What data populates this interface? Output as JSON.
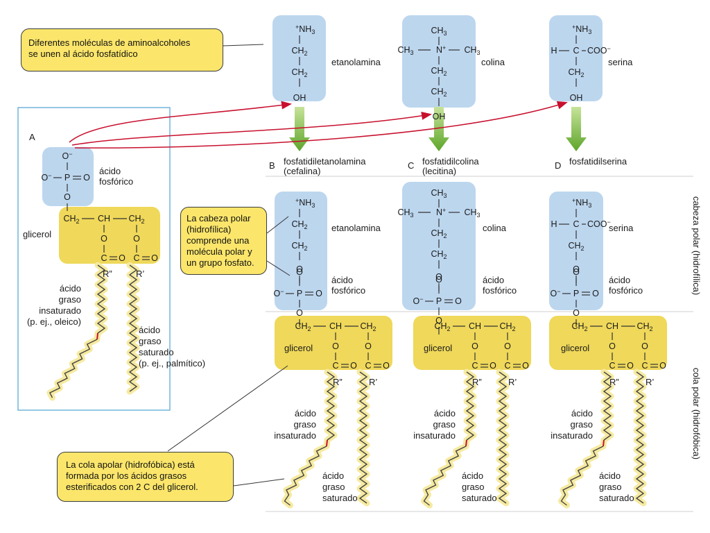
{
  "callouts": {
    "aminoalcohols": [
      "Diferentes moléculas de aminoalcoholes",
      "se unen al ácido fosfatídico"
    ],
    "polar_head": [
      "La cabeza polar",
      "(hidrofílica)",
      "comprende una",
      "molécula polar y",
      "un grupo fosfato."
    ],
    "apolar_tail": [
      "La cola apolar (hidrofóbica) está",
      "formada por los ácidos grasos",
      "esterificados con 2 C del glicerol."
    ]
  },
  "panel_a": {
    "letter": "A",
    "phosphoric": [
      "ácido",
      "fosfórico"
    ],
    "glycerol": "glicerol",
    "r2": "R”",
    "r1": "R’",
    "unsat": [
      "ácido",
      "graso",
      "insaturado",
      "(p. ej., oleico)"
    ],
    "sat": [
      "ácido",
      "graso",
      "saturado",
      "(p. ej., palmítico)"
    ]
  },
  "aminoalcohols": [
    {
      "name": "etanolamina"
    },
    {
      "name": "colina"
    },
    {
      "name": "serina"
    }
  ],
  "products": [
    {
      "letter": "B",
      "name": "fosfatidiletanolamina",
      "alt": "(cefalina)"
    },
    {
      "letter": "C",
      "name": "fosfatidilcolina",
      "alt": "(lecitina)"
    },
    {
      "letter": "D",
      "name": "fosfatidilserina",
      "alt": ""
    }
  ],
  "molecule_labels": {
    "phosphoric": [
      "ácido",
      "fosfórico"
    ],
    "glycerol": "glicerol",
    "r2": "R”",
    "r1": "R’",
    "unsat": [
      "ácido",
      "graso",
      "insaturado"
    ],
    "sat": [
      "ácido",
      "graso",
      "saturado"
    ]
  },
  "side_labels": {
    "head": "cabeza polar (hidrofílica)",
    "tail": "cola polar (hidrofóbica)"
  },
  "chem": {
    "nh3": "NH",
    "ch2": "CH",
    "oh": "OH",
    "ch": "CH",
    "ch3": "CH",
    "n": "N",
    "h": "H",
    "coo": "COO",
    "p": "P",
    "o": "O",
    "c": "C",
    "sub2": "2",
    "sub3": "3",
    "plus": "+",
    "minus": "−"
  },
  "colors": {
    "head_box": "#bcd6ee",
    "glycerol_box": "#efd85a",
    "arrow_green": "#7fbf3f",
    "arrow_red": "#c8102e",
    "callout": "#fbe66b"
  }
}
